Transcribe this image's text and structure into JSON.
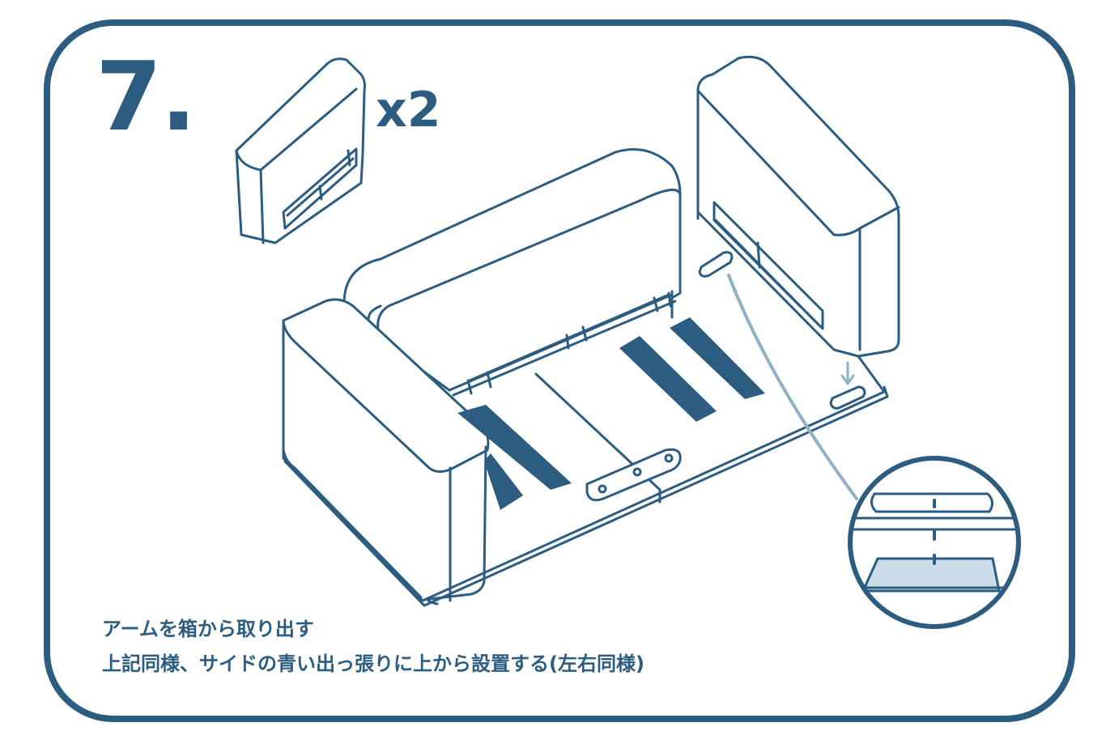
{
  "step": {
    "number": "7.",
    "quantity": "x2"
  },
  "instructions": {
    "line1": "アームを箱から取り出す",
    "line2": "上記同様、サイドの青い出っ張りに上から設置する(左右同様)"
  },
  "colors": {
    "primary": "#2c5d80",
    "accent": "#8fb1c4",
    "accent_fill": "#c9dce7",
    "background": "#ffffff"
  },
  "icons": [
    "loose-arm-icon",
    "sofa-base-icon",
    "installed-arm-icon",
    "insert-arrow-icon",
    "detail-zoom-icon"
  ]
}
